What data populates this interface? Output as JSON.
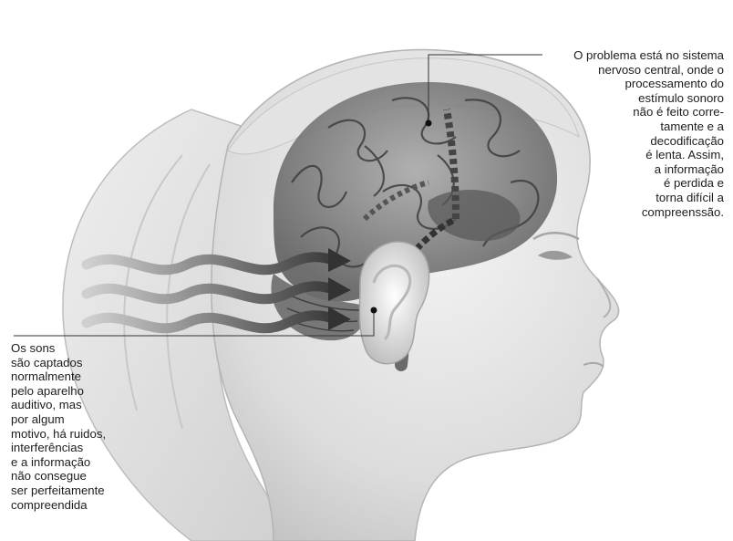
{
  "annotations": {
    "central_nervous_system": {
      "lines": [
        "O problema está no sistema",
        "nervoso central, onde o",
        "processamento do",
        "estímulo sonoro",
        "não é feito corre-",
        "tamente e a",
        "decodificação",
        "é lenta. Assim,",
        "a informação",
        "é perdida e",
        "torna difícil a",
        "compreenssão."
      ]
    },
    "hearing_apparatus": {
      "lines": [
        "Os sons",
        "são captados",
        "normalmente",
        "pelo aparelho",
        "auditivo, mas",
        "por algum",
        "motivo, há ruidos,",
        "interferências",
        "e a informação",
        "não consegue",
        "ser perfeitamente",
        "compreendida"
      ]
    }
  }
}
